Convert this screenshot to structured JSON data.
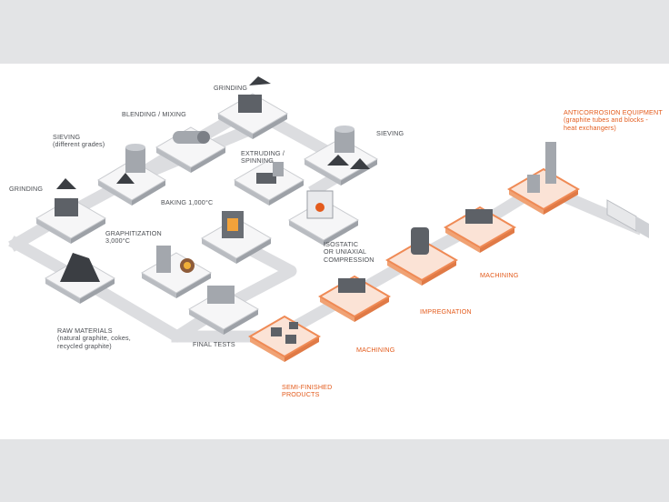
{
  "accent": "#e35b1c",
  "labels": {
    "grinding_top": [
      "GRINDING"
    ],
    "blending": [
      "BLENDING / MIXING"
    ],
    "sieving_left": [
      "SIEVING",
      "(different grades)"
    ],
    "grinding_left": [
      "GRINDING"
    ],
    "sieving_right": [
      "SIEVING"
    ],
    "extruding": [
      "EXTRUDING /",
      "SPINNING"
    ],
    "baking": [
      "BAKING 1,000°C"
    ],
    "graphitization": [
      "GRAPHITIZATION",
      "3,000°C"
    ],
    "isostatic": [
      "ISOSTATIC",
      "OR UNIAXIAL",
      "COMPRESSION"
    ],
    "raw_materials": [
      "RAW MATERIALS",
      "(natural graphite, cokes,",
      "recycled graphite)"
    ],
    "final_tests": [
      "FINAL TESTS"
    ],
    "semi_finished": [
      "SEMI-FINISHED",
      "PRODUCTS"
    ],
    "machining_1": [
      "MACHINING"
    ],
    "impregnation": [
      "IMPREGNATION"
    ],
    "machining_2": [
      "MACHINING"
    ],
    "anticorrosion": [
      "ANTICORROSION EQUIPMENT",
      "(graphite tubes and blocks -",
      "heat exchangers)"
    ]
  }
}
